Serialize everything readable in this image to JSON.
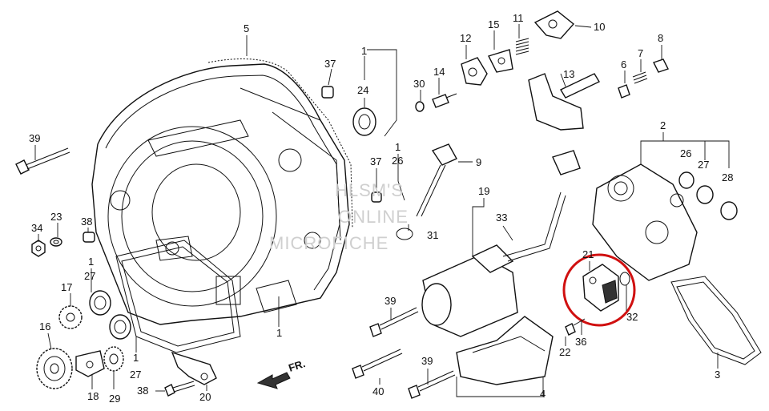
{
  "diagram": {
    "watermark": [
      "HLSM'S",
      "ONLINE",
      "MICROFICHE"
    ],
    "direction_label": "FR.",
    "highlight_color": "#d01010",
    "callouts": [
      {
        "id": "c5",
        "text": "5"
      },
      {
        "id": "c37a",
        "text": "37"
      },
      {
        "id": "c1a",
        "text": "1"
      },
      {
        "id": "c24",
        "text": "24"
      },
      {
        "id": "c30",
        "text": "30"
      },
      {
        "id": "c14",
        "text": "14"
      },
      {
        "id": "c12",
        "text": "12"
      },
      {
        "id": "c15",
        "text": "15"
      },
      {
        "id": "c11",
        "text": "11"
      },
      {
        "id": "c10",
        "text": "10"
      },
      {
        "id": "c8",
        "text": "8"
      },
      {
        "id": "c6",
        "text": "6"
      },
      {
        "id": "c7",
        "text": "7"
      },
      {
        "id": "c13",
        "text": "13"
      },
      {
        "id": "c39a",
        "text": "39"
      },
      {
        "id": "c37b",
        "text": "37"
      },
      {
        "id": "c1b",
        "text": "1"
      },
      {
        "id": "c26a",
        "text": "26"
      },
      {
        "id": "c9",
        "text": "9"
      },
      {
        "id": "c2",
        "text": "2"
      },
      {
        "id": "c26b",
        "text": "26"
      },
      {
        "id": "c27a",
        "text": "27"
      },
      {
        "id": "c28",
        "text": "28"
      },
      {
        "id": "c19",
        "text": "19"
      },
      {
        "id": "c33",
        "text": "33"
      },
      {
        "id": "c31",
        "text": "31"
      },
      {
        "id": "c34",
        "text": "34"
      },
      {
        "id": "c23",
        "text": "23"
      },
      {
        "id": "c38a",
        "text": "38"
      },
      {
        "id": "c1c",
        "text": "1"
      },
      {
        "id": "c27b",
        "text": "27"
      },
      {
        "id": "c17",
        "text": "17"
      },
      {
        "id": "c16",
        "text": "16"
      },
      {
        "id": "c1d",
        "text": "1"
      },
      {
        "id": "c27c",
        "text": "27"
      },
      {
        "id": "c18",
        "text": "18"
      },
      {
        "id": "c29",
        "text": "29"
      },
      {
        "id": "c38b",
        "text": "38"
      },
      {
        "id": "c20",
        "text": "20"
      },
      {
        "id": "c1e",
        "text": "1"
      },
      {
        "id": "c39b",
        "text": "39"
      },
      {
        "id": "c40",
        "text": "40"
      },
      {
        "id": "c39c",
        "text": "39"
      },
      {
        "id": "c4",
        "text": "4"
      },
      {
        "id": "c21",
        "text": "21"
      },
      {
        "id": "c32",
        "text": "32"
      },
      {
        "id": "c22",
        "text": "22"
      },
      {
        "id": "c36",
        "text": "36"
      },
      {
        "id": "c3",
        "text": "3"
      }
    ]
  }
}
